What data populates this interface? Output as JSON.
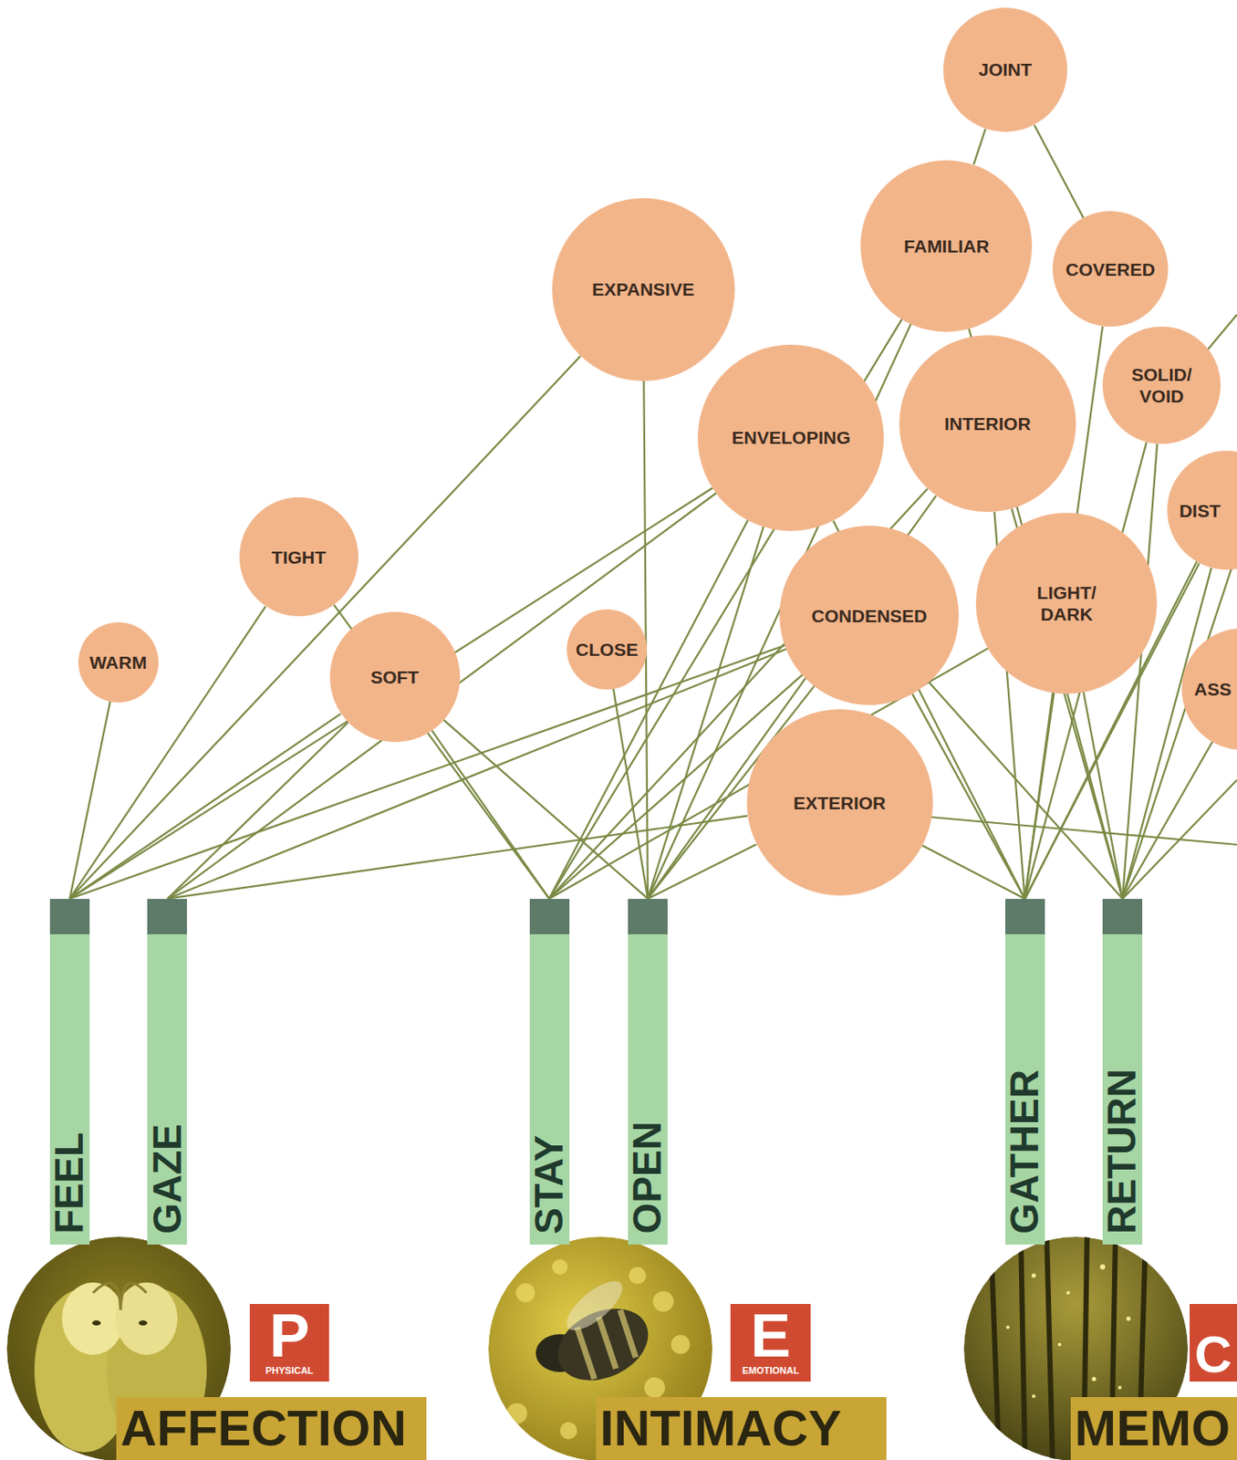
{
  "diagram": {
    "nodes": [
      {
        "text": [
          "JOINT"
        ]
      },
      {
        "text": [
          "FAMILIAR"
        ]
      },
      {
        "text": [
          "COVERED"
        ]
      },
      {
        "text": [
          "EXPANSIVE"
        ]
      },
      {
        "text": [
          "SOLID/ VOID"
        ]
      },
      {
        "text": [
          "ENVELOPING"
        ]
      },
      {
        "text": [
          "INTERIOR"
        ]
      },
      {
        "text": [
          "DIST"
        ]
      },
      {
        "text": [
          "TIGHT"
        ]
      },
      {
        "text": [
          "CONDENSED"
        ]
      },
      {
        "text": [
          "LIGHT/ DARK"
        ]
      },
      {
        "text": [
          "CLOSE"
        ]
      },
      {
        "text": [
          "WARM"
        ]
      },
      {
        "text": [
          "SOFT"
        ]
      },
      {
        "text": [
          "ASS"
        ]
      },
      {
        "text": [
          "EXTERIOR"
        ]
      },
      {
        "text": [
          "FEEL"
        ]
      },
      {
        "text": [
          "GAZE"
        ]
      },
      {
        "text": [
          "STAY"
        ]
      },
      {
        "text": [
          "OPEN"
        ]
      },
      {
        "text": [
          "GATHER"
        ]
      },
      {
        "text": [
          "RETURN"
        ]
      },
      {
        "text": [
          "P",
          "PHYSICAL"
        ]
      },
      {
        "text": [
          "E",
          "EMOTIONAL"
        ]
      },
      {
        "text": [
          "C"
        ]
      },
      {
        "text": [
          "AFFECTION"
        ]
      },
      {
        "text": [
          "INTIMACY"
        ]
      },
      {
        "text": [
          "MEMO"
        ]
      }
    ],
    "edges": [
      {
        "from": 0,
        "to": 1,
        "arrow": "none"
      },
      {
        "from": 0,
        "to": 2,
        "arrow": "none"
      },
      {
        "from": 12,
        "to": 16,
        "arrow": "none"
      },
      {
        "from": 8,
        "to": 16,
        "arrow": "none"
      },
      {
        "from": 3,
        "to": 16,
        "arrow": "none"
      },
      {
        "from": 13,
        "to": 16,
        "arrow": "none"
      },
      {
        "from": 5,
        "to": 16,
        "arrow": "none"
      },
      {
        "from": 9,
        "to": 16,
        "arrow": "none"
      },
      {
        "from": 13,
        "to": 17,
        "arrow": "none"
      },
      {
        "from": 5,
        "to": 17,
        "arrow": "none"
      },
      {
        "from": 9,
        "to": 17,
        "arrow": "none"
      },
      {
        "from": 15,
        "to": 17,
        "arrow": "none"
      },
      {
        "from": 13,
        "to": 18,
        "arrow": "none"
      },
      {
        "from": 8,
        "to": 18,
        "arrow": "none"
      },
      {
        "from": 5,
        "to": 18,
        "arrow": "none"
      },
      {
        "from": 6,
        "to": 18,
        "arrow": "none"
      },
      {
        "from": 1,
        "to": 18,
        "arrow": "none"
      },
      {
        "from": 9,
        "to": 18,
        "arrow": "none"
      },
      {
        "from": 10,
        "to": 18,
        "arrow": "none"
      },
      {
        "from": 3,
        "to": 19,
        "arrow": "none"
      },
      {
        "from": 11,
        "to": 19,
        "arrow": "none"
      },
      {
        "from": 13,
        "to": 19,
        "arrow": "none"
      },
      {
        "from": 5,
        "to": 19,
        "arrow": "none"
      },
      {
        "from": 1,
        "to": 19,
        "arrow": "none"
      },
      {
        "from": 9,
        "to": 19,
        "arrow": "none"
      },
      {
        "from": 15,
        "to": 19,
        "arrow": "none"
      },
      {
        "from": 6,
        "to": 19,
        "arrow": "none"
      },
      {
        "from": 5,
        "to": 20,
        "arrow": "none"
      },
      {
        "from": 9,
        "to": 20,
        "arrow": "none"
      },
      {
        "from": 10,
        "to": 20,
        "arrow": "none"
      },
      {
        "from": 6,
        "to": 20,
        "arrow": "none"
      },
      {
        "from": 4,
        "to": 20,
        "arrow": "none"
      },
      {
        "from": 7,
        "to": 20,
        "arrow": "none"
      },
      {
        "from": 15,
        "to": 20,
        "arrow": "none"
      },
      {
        "from": 2,
        "to": 20,
        "arrow": "none"
      },
      {
        "from": 9,
        "to": 21,
        "arrow": "none"
      },
      {
        "from": 10,
        "to": 21,
        "arrow": "none"
      },
      {
        "from": 4,
        "to": 21,
        "arrow": "none"
      },
      {
        "from": 7,
        "to": 21,
        "arrow": "none"
      },
      {
        "from": 14,
        "to": 21,
        "arrow": "none"
      },
      {
        "from": 6,
        "to": 21,
        "arrow": "none"
      },
      {
        "from": 1,
        "to": 21,
        "arrow": "none"
      }
    ]
  }
}
